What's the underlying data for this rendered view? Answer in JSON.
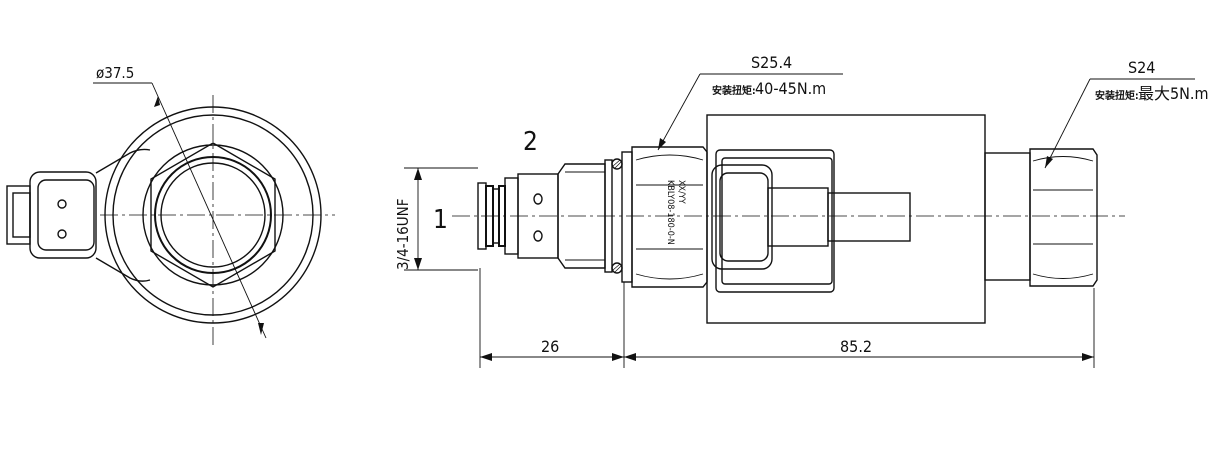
{
  "drawing": {
    "diameter_label": "ø37.5",
    "thread_label": "3/4-16UNF",
    "balloon_1": "1",
    "balloon_2": "2",
    "hex1": {
      "size": "S25.4",
      "torque_label": "安装扭矩:",
      "torque_value": "40-45N.m"
    },
    "hex2": {
      "size": "S24",
      "torque_label": "安装扭矩:",
      "torque_value": "最大5N.m"
    },
    "dim_left": "26",
    "dim_right": "85.2",
    "body_marking_1": "XX/YY",
    "body_marking_2": "KBLY08-180-0-N"
  }
}
